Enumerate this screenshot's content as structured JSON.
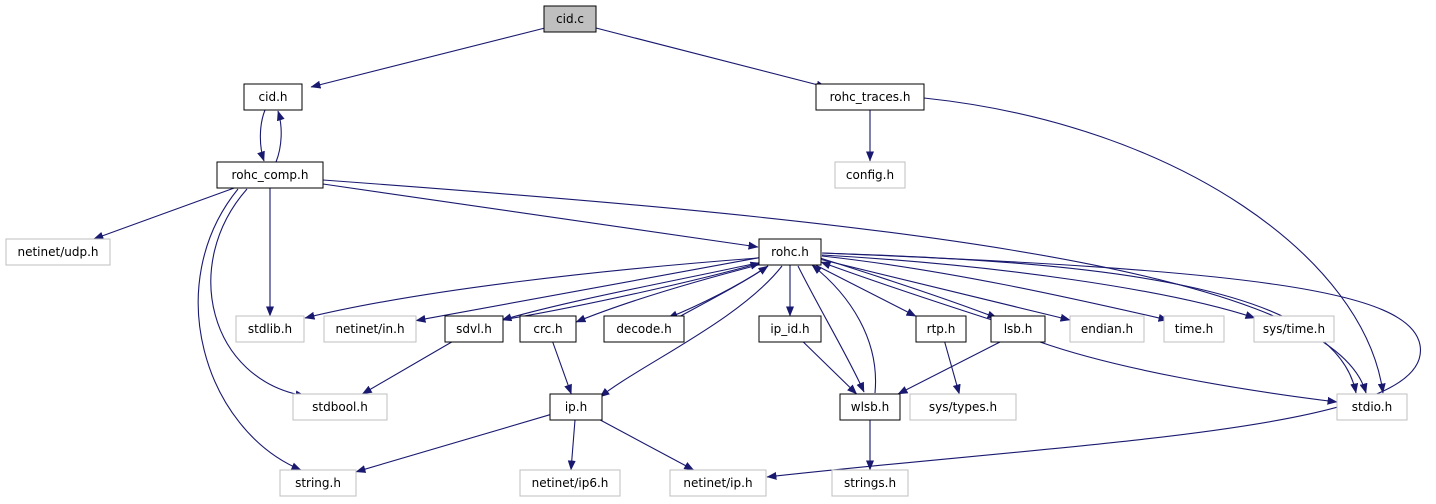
{
  "colors": {
    "edge": "#191970",
    "root_fill": "#bfbfbf",
    "documented_border": "#000000",
    "external_border": "#bfbfbf"
  },
  "nodes": {
    "cid_c": {
      "label": "cid.c",
      "kind": "root"
    },
    "cid_h": {
      "label": "cid.h",
      "kind": "documented"
    },
    "rohc_traces_h": {
      "label": "rohc_traces.h",
      "kind": "documented"
    },
    "rohc_comp_h": {
      "label": "rohc_comp.h",
      "kind": "documented"
    },
    "config_h": {
      "label": "config.h",
      "kind": "external"
    },
    "netinet_udp_h": {
      "label": "netinet/udp.h",
      "kind": "external"
    },
    "rohc_h": {
      "label": "rohc.h",
      "kind": "documented"
    },
    "stdlib_h": {
      "label": "stdlib.h",
      "kind": "external"
    },
    "netinet_in_h": {
      "label": "netinet/in.h",
      "kind": "external"
    },
    "sdvl_h": {
      "label": "sdvl.h",
      "kind": "documented"
    },
    "crc_h": {
      "label": "crc.h",
      "kind": "documented"
    },
    "decode_h": {
      "label": "decode.h",
      "kind": "documented"
    },
    "ip_id_h": {
      "label": "ip_id.h",
      "kind": "documented"
    },
    "rtp_h": {
      "label": "rtp.h",
      "kind": "documented"
    },
    "lsb_h": {
      "label": "lsb.h",
      "kind": "documented"
    },
    "endian_h": {
      "label": "endian.h",
      "kind": "external"
    },
    "time_h": {
      "label": "time.h",
      "kind": "external"
    },
    "sys_time_h": {
      "label": "sys/time.h",
      "kind": "external"
    },
    "stdbool_h": {
      "label": "stdbool.h",
      "kind": "external"
    },
    "ip_h": {
      "label": "ip.h",
      "kind": "documented"
    },
    "wlsb_h": {
      "label": "wlsb.h",
      "kind": "documented"
    },
    "sys_types_h": {
      "label": "sys/types.h",
      "kind": "external"
    },
    "stdio_h": {
      "label": "stdio.h",
      "kind": "external"
    },
    "string_h": {
      "label": "string.h",
      "kind": "external"
    },
    "netinet_ip6_h": {
      "label": "netinet/ip6.h",
      "kind": "external"
    },
    "netinet_ip_h": {
      "label": "netinet/ip.h",
      "kind": "external"
    },
    "strings_h": {
      "label": "strings.h",
      "kind": "external"
    }
  },
  "edges": [
    [
      "cid_c",
      "cid_h"
    ],
    [
      "cid_c",
      "rohc_traces_h"
    ],
    [
      "cid_h",
      "rohc_comp_h"
    ],
    [
      "rohc_comp_h",
      "cid_h"
    ],
    [
      "rohc_traces_h",
      "config_h"
    ],
    [
      "rohc_traces_h",
      "stdio_h"
    ],
    [
      "rohc_comp_h",
      "netinet_udp_h"
    ],
    [
      "rohc_comp_h",
      "rohc_h"
    ],
    [
      "rohc_comp_h",
      "stdlib_h"
    ],
    [
      "rohc_comp_h",
      "stdbool_h"
    ],
    [
      "rohc_comp_h",
      "string_h"
    ],
    [
      "rohc_comp_h",
      "stdio_h"
    ],
    [
      "rohc_h",
      "stdlib_h"
    ],
    [
      "rohc_h",
      "netinet_in_h"
    ],
    [
      "rohc_h",
      "sdvl_h"
    ],
    [
      "sdvl_h",
      "rohc_h"
    ],
    [
      "rohc_h",
      "crc_h"
    ],
    [
      "rohc_h",
      "decode_h"
    ],
    [
      "decode_h",
      "rohc_h"
    ],
    [
      "rohc_h",
      "ip_id_h"
    ],
    [
      "rohc_h",
      "wlsb_h"
    ],
    [
      "wlsb_h",
      "rohc_h"
    ],
    [
      "rohc_h",
      "rtp_h"
    ],
    [
      "rohc_h",
      "lsb_h"
    ],
    [
      "lsb_h",
      "rohc_h"
    ],
    [
      "rohc_h",
      "endian_h"
    ],
    [
      "rohc_h",
      "time_h"
    ],
    [
      "rohc_h",
      "sys_time_h"
    ],
    [
      "rohc_h",
      "stdio_h"
    ],
    [
      "rohc_h",
      "ip_h"
    ],
    [
      "rohc_h",
      "netinet_ip_h"
    ],
    [
      "sdvl_h",
      "stdbool_h"
    ],
    [
      "crc_h",
      "ip_h"
    ],
    [
      "ip_id_h",
      "wlsb_h"
    ],
    [
      "lsb_h",
      "wlsb_h"
    ],
    [
      "lsb_h",
      "stdio_h"
    ],
    [
      "rtp_h",
      "sys_types_h"
    ],
    [
      "ip_h",
      "string_h"
    ],
    [
      "ip_h",
      "netinet_ip6_h"
    ],
    [
      "ip_h",
      "netinet_ip_h"
    ],
    [
      "wlsb_h",
      "strings_h"
    ]
  ]
}
